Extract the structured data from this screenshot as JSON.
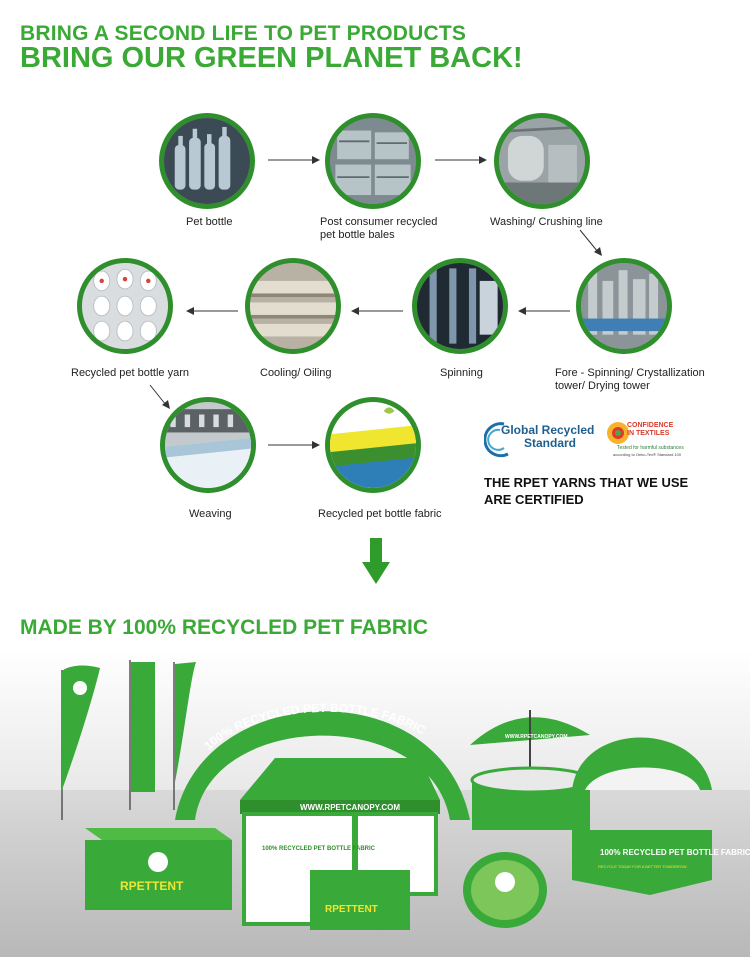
{
  "header": {
    "line1": "BRING A SECOND LIFE TO PET PRODUCTS",
    "line2": "BRING OUR GREEN PLANET BACK!"
  },
  "steps": [
    {
      "label": "Pet bottle"
    },
    {
      "label": "Post consumer recycled pet bottle bales"
    },
    {
      "label": "Washing/ Crushing line"
    },
    {
      "label": "Fore - Spinning/ Crystallization tower/ Drying tower"
    },
    {
      "label": "Spinning"
    },
    {
      "label": "Cooling/ Oiling"
    },
    {
      "label": "Recycled pet bottle yarn"
    },
    {
      "label": "Weaving"
    },
    {
      "label": "Recycled pet bottle fabric"
    }
  ],
  "certs": {
    "grs_line1": "Global Recycled",
    "grs_line2": "Standard",
    "oeko_line1": "CONFIDENCE",
    "oeko_line2": "IN TEXTILES",
    "oeko_line3": "Tested for harmful substances",
    "oeko_line4": "according to Oeko-Tex® Standard 100",
    "statement": "THE RPET YARNS THAT WE USE ARE CERTIFIED"
  },
  "made_by": "MADE BY 100% RECYCLED PET FABRIC",
  "products": {
    "arch_text": "100% RECYCLED PET BOTTLE FABRIC",
    "tent_url": "WWW.RPETCANOPY.COM",
    "tent_side": "100% RECYCLED PET BOTTLE FABRIC",
    "brand": "RPETTENT",
    "kiosk_text": "100% RECYCLED PET BOTTLE FABRIC",
    "kiosk_small": "RECYCLE TODAY FOR A BETTER TOMORROW",
    "umbrella_url": "WWW.RPETCANOPY.COM"
  },
  "colors": {
    "brand_green": "#3aa935",
    "dark_green": "#2f8f2c",
    "product_green": "#39a93a",
    "arrow_green": "#2e9b2a"
  }
}
